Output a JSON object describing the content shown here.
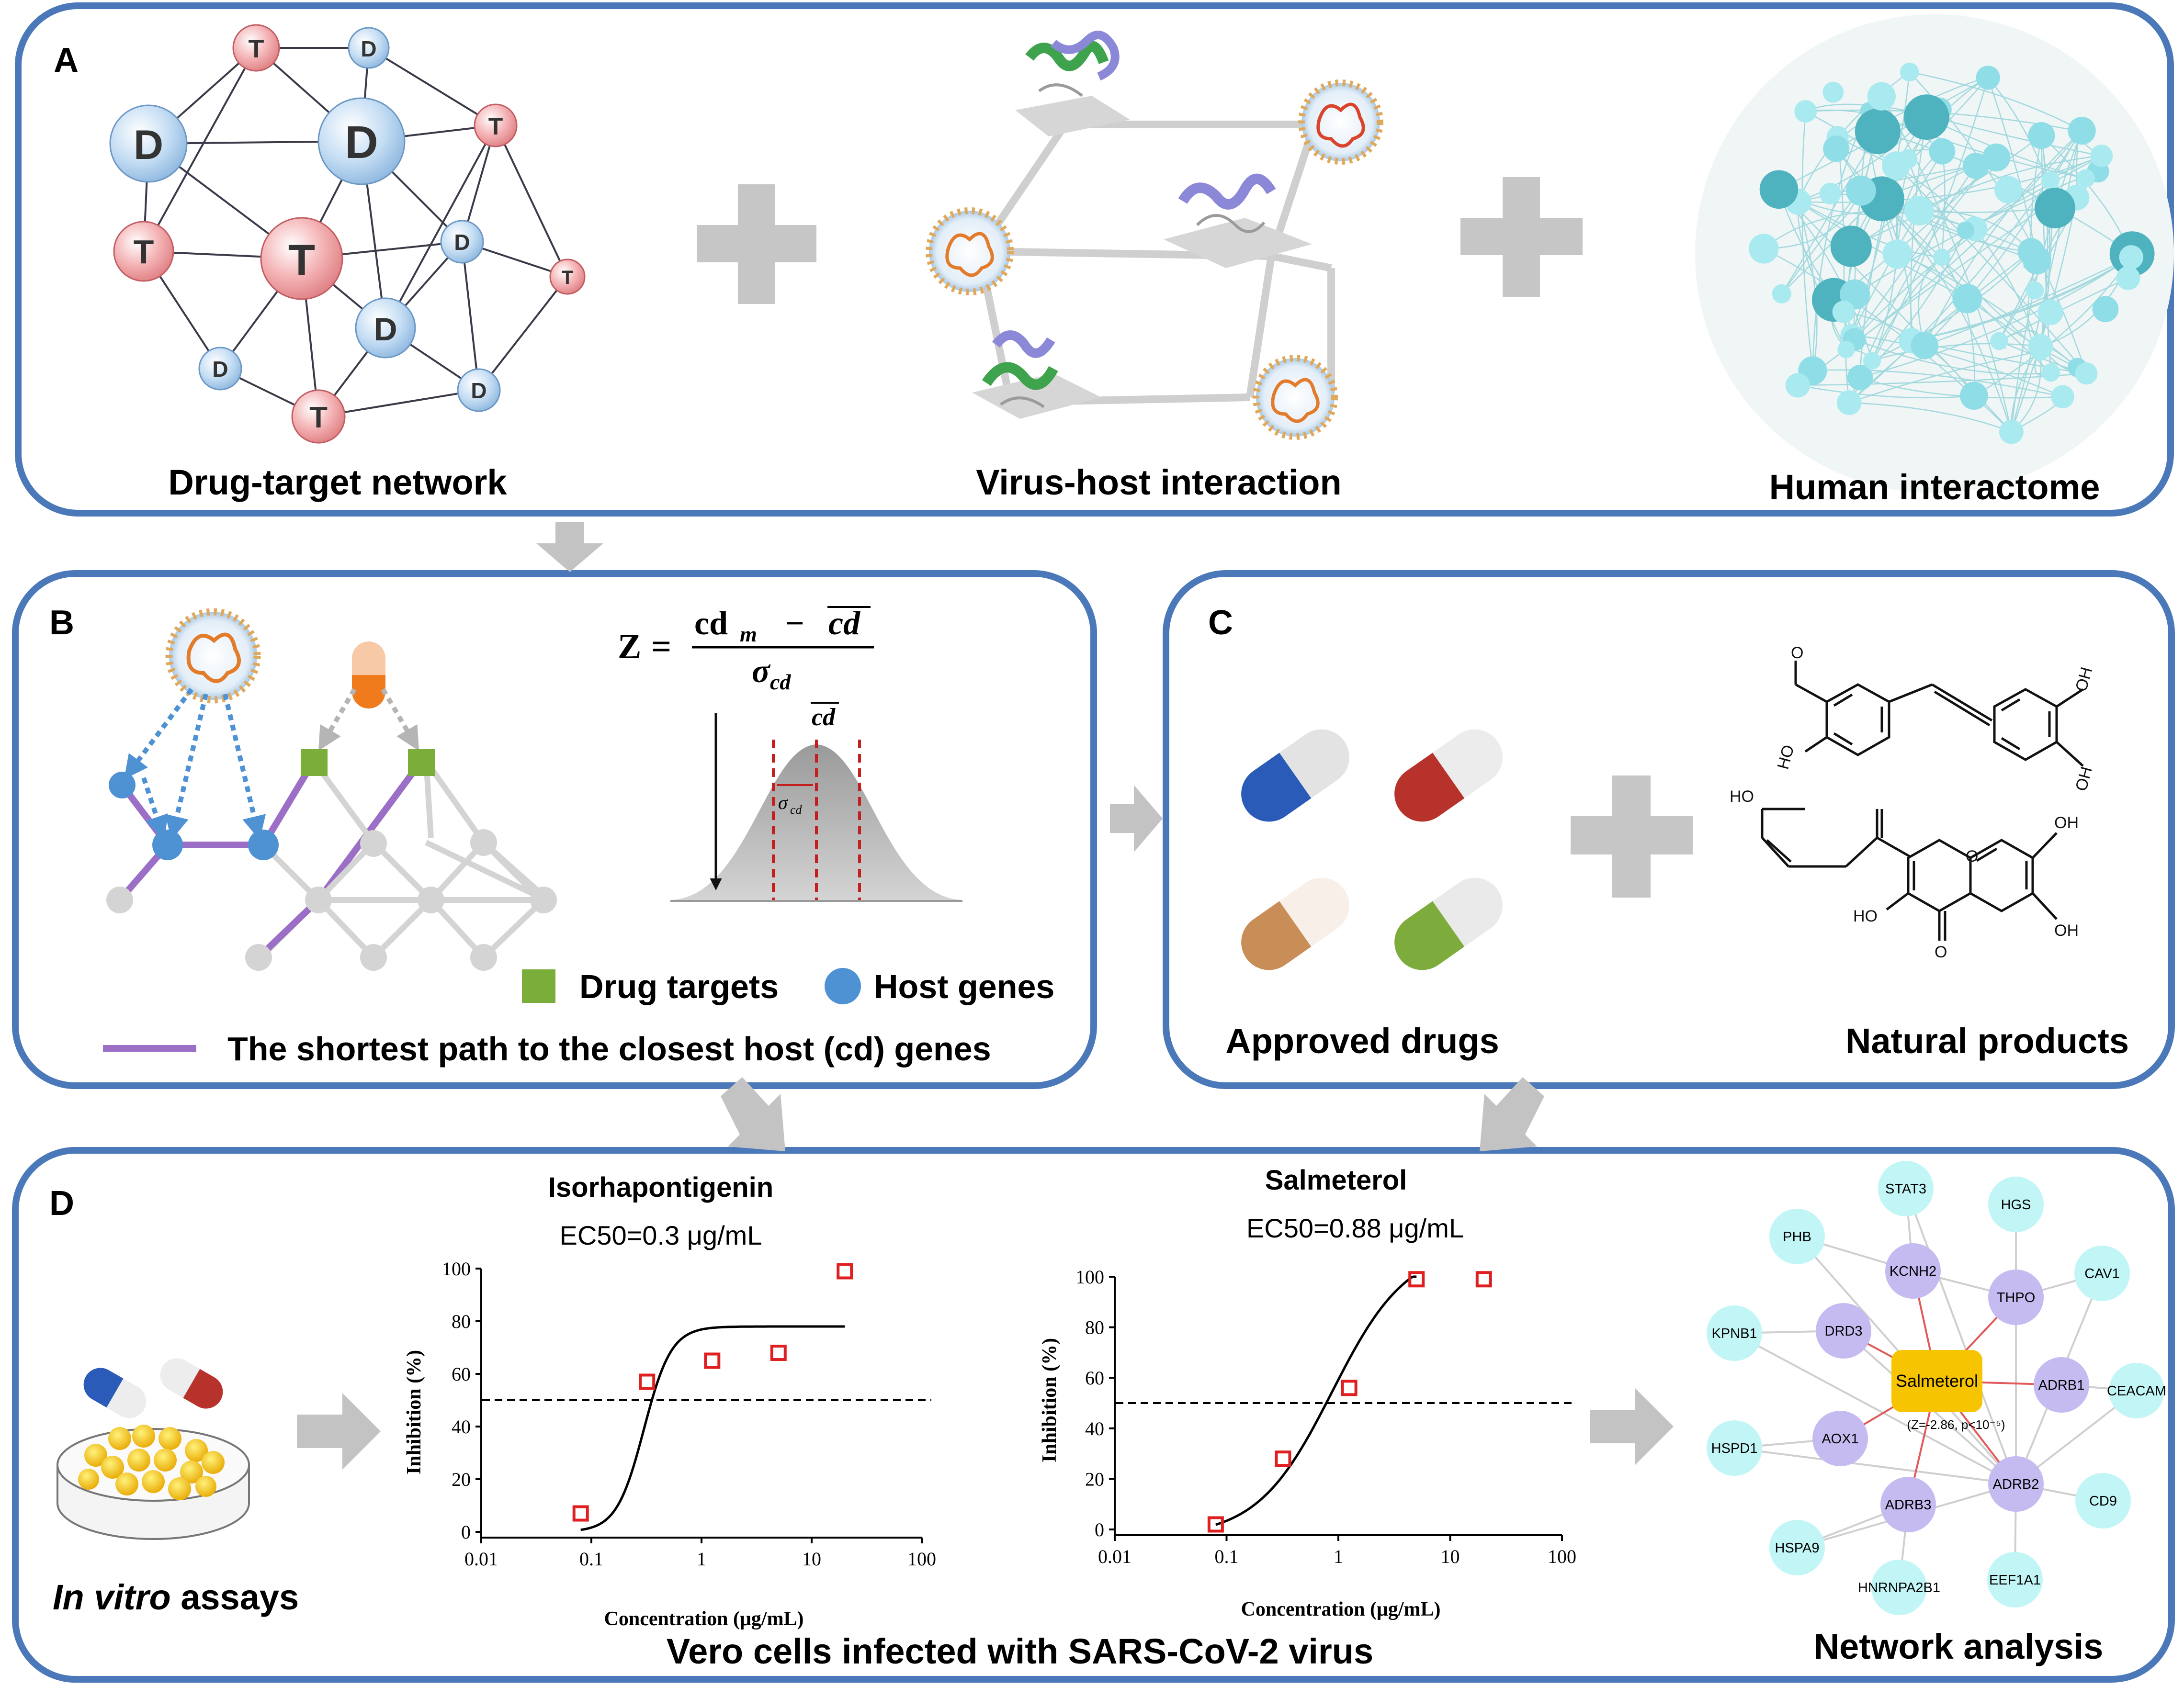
{
  "panels": {
    "A": {
      "letter": "A",
      "drug_target_label": "Drug-target network",
      "virus_host_label": "Virus-host interaction",
      "interactome_label": "Human interactome",
      "node_letters": {
        "drug": "D",
        "target": "T"
      }
    },
    "B": {
      "letter": "B",
      "formula": {
        "lhs": "Z",
        "equals": "=",
        "numerator_term": "cd",
        "numerator_sub": "m",
        "minus": "−",
        "numerator_mean": "cd",
        "denominator": "σ",
        "denominator_sub": "cd"
      },
      "dist_mean_label": "cd",
      "dist_sigma_label": "σ",
      "dist_sigma_sub": "cd",
      "legend_drug_targets": "Drug targets",
      "legend_host_genes": "Host genes",
      "legend_shortest_path": "The shortest path to the closest host (cd) genes"
    },
    "C": {
      "letter": "C",
      "approved_drugs_label": "Approved drugs",
      "natural_products_label": "Natural products",
      "chem_labels": {
        "oh": "OH",
        "ho": "HO",
        "o": "O"
      }
    },
    "D": {
      "letter": "D",
      "in_vitro_italic": "In vitro",
      "in_vitro_rest": " assays",
      "vero_label": "Vero cells infected with SARS-CoV-2 virus",
      "network_analysis_label": "Network analysis",
      "network": {
        "center": "Salmeterol",
        "center_stat": "(Z=-2.86, p<10⁻⁵)",
        "purple_nodes": [
          "KCNH2",
          "THPO",
          "DRD3",
          "ADRB1",
          "AOX1",
          "ADRB3",
          "ADRB2"
        ],
        "cyan_nodes": [
          "STAT3",
          "HGS",
          "PHB",
          "CAV1",
          "KPNB1",
          "CEACAM",
          "HSPD1",
          "CD9",
          "HSPA9",
          "HNRNPA2B1",
          "EEF1A1"
        ]
      }
    }
  },
  "colors": {
    "panel_border": "#4a78b8",
    "arrow_gray": "#bdbdbd",
    "drug_node": "#bcd7f1",
    "target_node": "#f3aeb0",
    "purple_path": "#9c6fc7",
    "host_blue": "#4e92d3",
    "target_green": "#7aad3a",
    "marker_red": "#e02020",
    "salmeterol_gold": "#f6c400",
    "purple_node": "#c5bbf1",
    "cyan_node": "#c2f6f6"
  },
  "chart_data": [
    {
      "type": "scatter",
      "title": "Isorhapontigenin",
      "subtitle": "EC50=0.3 μg/mL",
      "xlabel": "Concentration (μg/mL)",
      "ylabel": "Inhibition (%)",
      "x_scale": "log",
      "xlim": [
        0.01,
        100
      ],
      "ylim": [
        0,
        100
      ],
      "x_ticks": [
        "0.01",
        "0.1",
        "1",
        "10",
        "100"
      ],
      "y_ticks": [
        "0",
        "20",
        "40",
        "60",
        "80",
        "100"
      ],
      "points": [
        {
          "x": 0.08,
          "y": 7
        },
        {
          "x": 0.32,
          "y": 57
        },
        {
          "x": 1.25,
          "y": 65
        },
        {
          "x": 5,
          "y": 68
        },
        {
          "x": 20,
          "y": 99
        }
      ],
      "fit": {
        "ec50": 0.3,
        "top": 78,
        "bottom": 0,
        "hill": 3.5,
        "x_range": [
          0.08,
          20
        ]
      },
      "reference_line_y": 50
    },
    {
      "type": "scatter",
      "title": "Salmeterol",
      "subtitle": "EC50=0.88 μg/mL",
      "xlabel": "Concentration (μg/mL)",
      "ylabel": "Inhibition (%)",
      "x_scale": "log",
      "xlim": [
        0.01,
        100
      ],
      "ylim": [
        0,
        100
      ],
      "x_ticks": [
        "0.01",
        "0.1",
        "1",
        "10",
        "100"
      ],
      "y_ticks": [
        "0",
        "20",
        "40",
        "60",
        "80",
        "100"
      ],
      "points": [
        {
          "x": 0.08,
          "y": 2
        },
        {
          "x": 0.32,
          "y": 28
        },
        {
          "x": 1.25,
          "y": 56
        },
        {
          "x": 5,
          "y": 99
        },
        {
          "x": 20,
          "y": 99
        }
      ],
      "fit": {
        "ec50": 0.88,
        "top": 112,
        "bottom": -3,
        "hill": 1.3,
        "x_range": [
          0.08,
          5
        ]
      },
      "reference_line_y": 50
    }
  ]
}
